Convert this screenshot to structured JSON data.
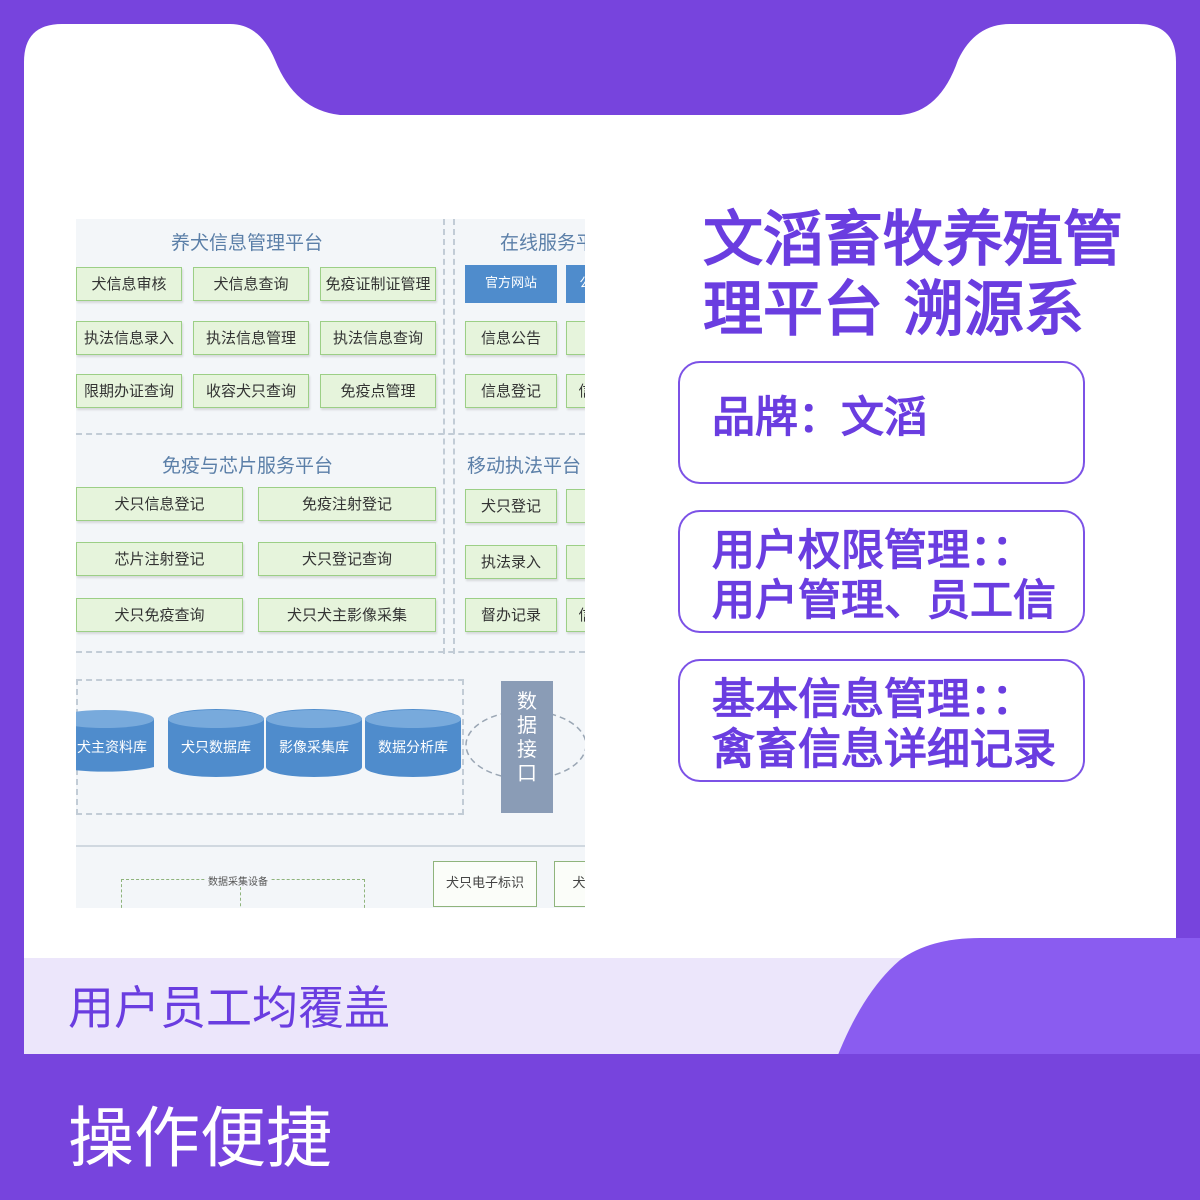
{
  "headline": {
    "line1": "文滔畜牧养殖管",
    "line2": "理平台 溯源系"
  },
  "brand_box": {
    "text": "品牌：文滔"
  },
  "permission_box": {
    "line1": "用户权限管理：：",
    "line2": "用户管理、员工信"
  },
  "basic_box": {
    "line1": "基本信息管理：：",
    "line2": "禽畜信息详细记录"
  },
  "band_light": {
    "text": "用户员工均覆盖"
  },
  "band_dark": {
    "text": "操作便捷"
  },
  "colors": {
    "accent": "#6a3de0",
    "background": "#7744dd",
    "card": "#ffffff",
    "light_band": "#ece6fb"
  },
  "diagram": {
    "panel_dog_info": {
      "title": "养犬信息管理平台",
      "items": [
        "犬信息审核",
        "犬信息查询",
        "免疫证制证管理",
        "执法信息录入",
        "执法信息管理",
        "执法信息查询",
        "限期办证查询",
        "收容犬只查询",
        "免疫点管理"
      ]
    },
    "panel_online": {
      "title": "在线服务平",
      "items": [
        "官方网站",
        "公",
        "信息公告",
        "",
        "信息登记",
        "信"
      ]
    },
    "panel_immune": {
      "title": "免疫与芯片服务平台",
      "items": [
        "犬只信息登记",
        "免疫注射登记",
        "芯片注射登记",
        "犬只登记查询",
        "犬只免疫查询",
        "犬只犬主影像采集"
      ]
    },
    "panel_mobile": {
      "title": "移动执法平台",
      "items": [
        "犬只登记",
        "",
        "执法录入",
        "",
        "督办记录",
        "信"
      ]
    },
    "databases": [
      "犬主资料库",
      "犬只数据库",
      "影像采集库",
      "数据分析库"
    ],
    "interface": [
      "数",
      "据",
      "接",
      "口"
    ],
    "collection": {
      "label": "数据采集设备",
      "items": [
        "犬只电子标识",
        "犬"
      ]
    }
  }
}
